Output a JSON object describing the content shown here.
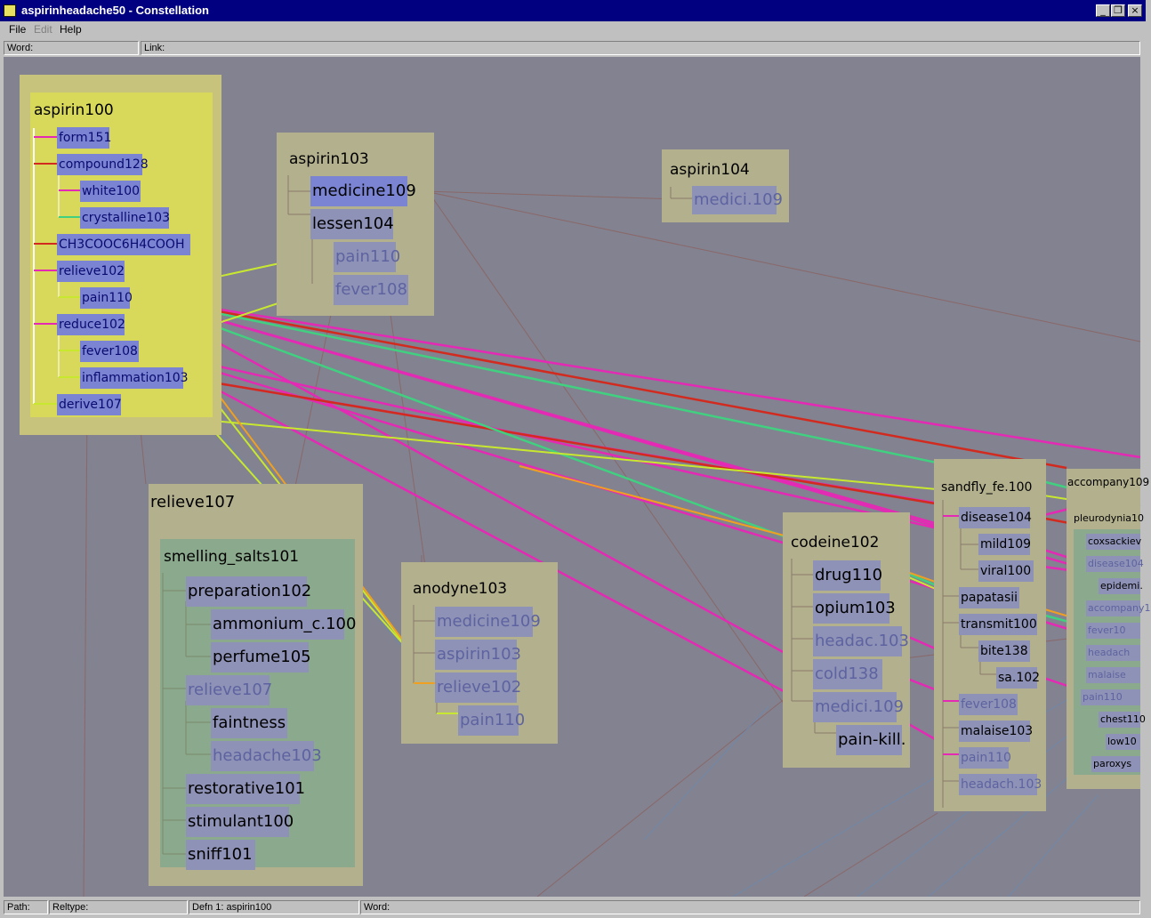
{
  "window": {
    "title": "aspirinheadache50 - Constellation",
    "icon": "constellation-app-icon",
    "controls": [
      "minimize-icon",
      "restore-icon",
      "close-icon"
    ]
  },
  "menu": {
    "file": "File",
    "edit": "Edit",
    "help": "Help"
  },
  "fieldbar": {
    "word": "Word:",
    "link": "Link:"
  },
  "status": {
    "path": "Path:",
    "reltype": "Reltype:",
    "defn": "Defn   1:  aspirin100",
    "word": "Word:"
  },
  "colors": {
    "canvas": "#828290",
    "box_yellow_outer": "#c8c37c",
    "box_yellow_inner": "#d8d95a",
    "box_gray": "#b3b08e",
    "box_green": "#8ba98c",
    "node_active": "#7a84d2",
    "node_passive": "#8e92b6",
    "link_magenta": "#e42ab4",
    "link_red": "#d22a1e",
    "link_green": "#40d080",
    "link_yellowgreen": "#c8e830",
    "link_orange": "#f0a020"
  },
  "boxes": {
    "aspirin100": {
      "title": "aspirin100",
      "nodes": {
        "form151": "form151",
        "compound128": "compound128",
        "white100": "white100",
        "crystalline103": "crystalline103",
        "ch3cooc6h4cooh": "CH3COOC6H4COOH",
        "relieve102": "relieve102",
        "pain110": "pain110",
        "reduce102": "reduce102",
        "fever108": "fever108",
        "inflammation103": "inflammation103",
        "derive107": "derive107"
      }
    },
    "aspirin103": {
      "title": "aspirin103",
      "nodes": {
        "medicine109": "medicine109",
        "lessen104": "lessen104",
        "pain110": "pain110",
        "fever108": "fever108"
      }
    },
    "aspirin104": {
      "title": "aspirin104",
      "nodes": {
        "medici109": "medici.109"
      }
    },
    "relieve107": {
      "title": "relieve107",
      "inner_title": "smelling_salts101",
      "nodes": {
        "preparation102": "preparation102",
        "ammonium": "ammonium_c.100",
        "perfume105": "perfume105",
        "relieve107": "relieve107",
        "faintness": "faintness",
        "headache103": "headache103",
        "restorative101": "restorative101",
        "stimulant100": "stimulant100",
        "sniff101": "sniff101"
      }
    },
    "anodyne103": {
      "title": "anodyne103",
      "nodes": {
        "medicine109": "medicine109",
        "aspirin103": "aspirin103",
        "relieve102": "relieve102",
        "pain110": "pain110"
      }
    },
    "codeine102": {
      "title": "codeine102",
      "nodes": {
        "drug110": "drug110",
        "opium103": "opium103",
        "headac103": "headac.103",
        "cold138": "cold138",
        "medici109": "medici.109",
        "painkill": "pain-kill."
      }
    },
    "sandfly": {
      "title": "sandfly_fe.100",
      "nodes": {
        "disease104": "disease104",
        "mild109": "mild109",
        "viral100": "viral100",
        "papatasii": "papatasii",
        "transmit100": "transmit100",
        "bite138": "bite138",
        "sa102": "sa.102",
        "fever108": "fever108",
        "malaise103": "malaise103",
        "pain110": "pain110",
        "headach103": "headach.103"
      }
    },
    "accompany": {
      "title": "accompany109",
      "nodes": {
        "pleurodynia": "pleurodynia10",
        "coxsackie": "coxsackiev",
        "disease104": "disease104",
        "epidemi": "epidemi.",
        "accompany": "accompany1",
        "fever10": "fever10",
        "headach": "headach",
        "malaise": "malaise",
        "pain110": "pain110",
        "chest110": "chest110",
        "low10": "low10",
        "paroxys": "paroxys"
      }
    }
  }
}
